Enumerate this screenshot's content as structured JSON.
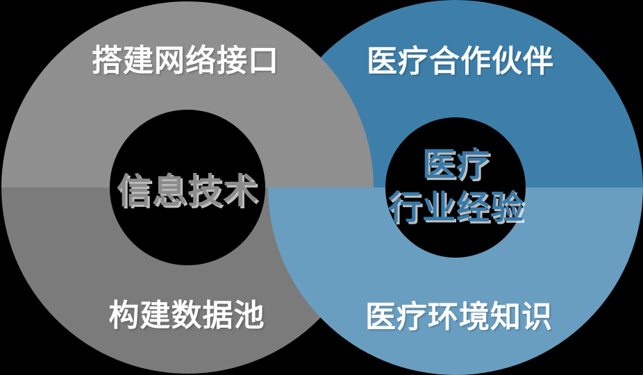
{
  "background_color": "#000000",
  "colors": {
    "gray_top": "#8F8F8F",
    "gray_bottom": "#7B7B7B",
    "blue_top": "#3E7FAA",
    "blue_bottom": "#699EC0",
    "outer_label_text": "#FFFFFF",
    "left_center_text": "#8C8C8C",
    "right_center_text": "#3879A8"
  },
  "diagram": {
    "type": "interlocking-ring-venn",
    "left_ring": {
      "center_label": "信息技术",
      "top_label": "搭建网络接口",
      "bottom_label": "构建数据池"
    },
    "right_ring": {
      "center_label_line1": "医疗",
      "center_label_line2": "行业经验",
      "top_label": "医疗合作伙伴",
      "bottom_label": "医疗环境知识"
    }
  }
}
